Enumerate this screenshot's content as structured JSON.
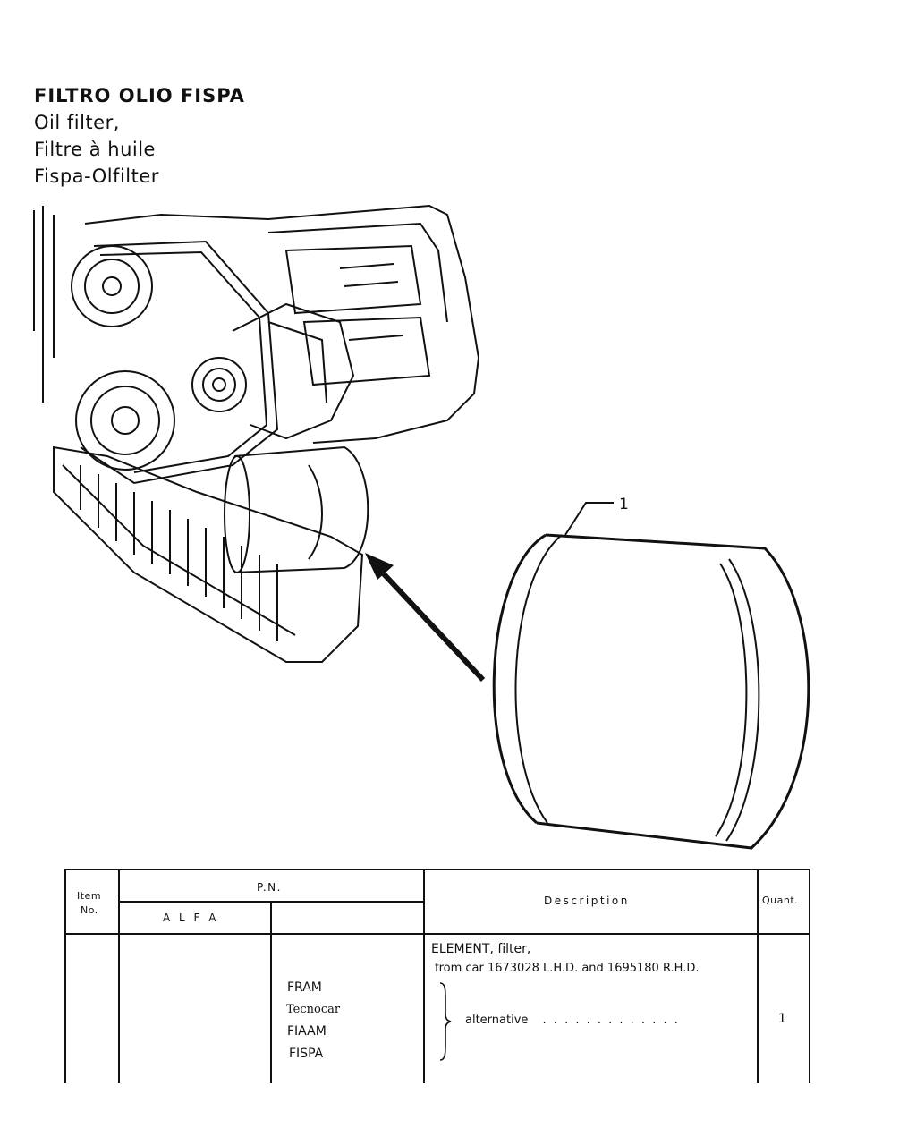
{
  "header": {
    "title_it": "FILTRO OLIO FISPA",
    "title_en": "Oil filter,",
    "title_fr": "Filtre à huile",
    "title_de": "Fispa-Olfilter"
  },
  "figure": {
    "callout_label": "1"
  },
  "parts_table": {
    "headers": {
      "item_no": [
        "Item",
        "No."
      ],
      "pn": "P.N.",
      "alfa": "A L F A",
      "description": "Description",
      "quantity": "Quant."
    },
    "row": {
      "description_line1": "ELEMENT, filter,",
      "description_line2": "from car 1673028 L.H.D. and 1695180 R.H.D.",
      "alternative_label": "alternative",
      "leader_dots": ". . . . . . . . . . . . .",
      "quantity": "1",
      "suppliers": [
        "FRAM",
        "Tecnocar",
        "FIAAM",
        "FISPA"
      ]
    }
  }
}
